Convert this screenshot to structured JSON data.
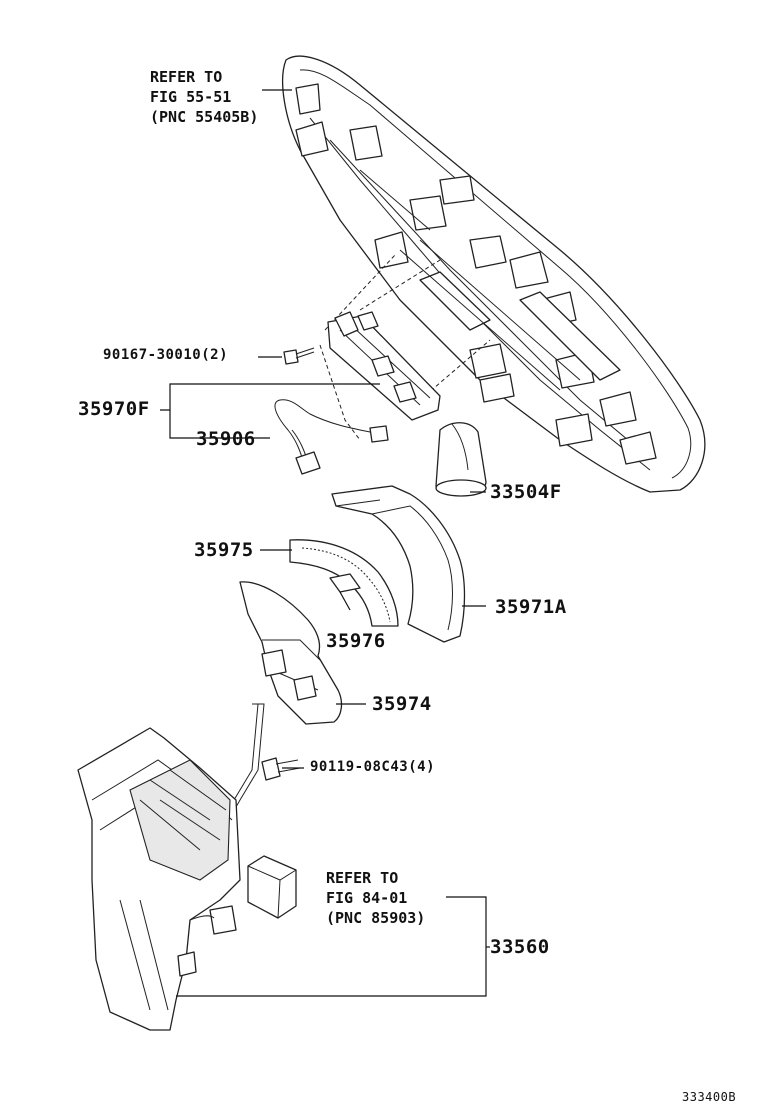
{
  "diagram": {
    "labels": {
      "refer_top": "REFER TO\nFIG 55-51\n(PNC 55405B)",
      "p90167": "90167-30010(2)",
      "p35970F": "35970F",
      "p35906": "35906",
      "p33504F": "33504F",
      "p35975": "35975",
      "p35976": "35976",
      "p35971A": "35971A",
      "p35974": "35974",
      "p90119": "90119-08C43(4)",
      "refer_bottom": "REFER TO\nFIG 84-01\n(PNC 85903)",
      "p33560": "33560",
      "drawing_code": "333400B"
    }
  }
}
